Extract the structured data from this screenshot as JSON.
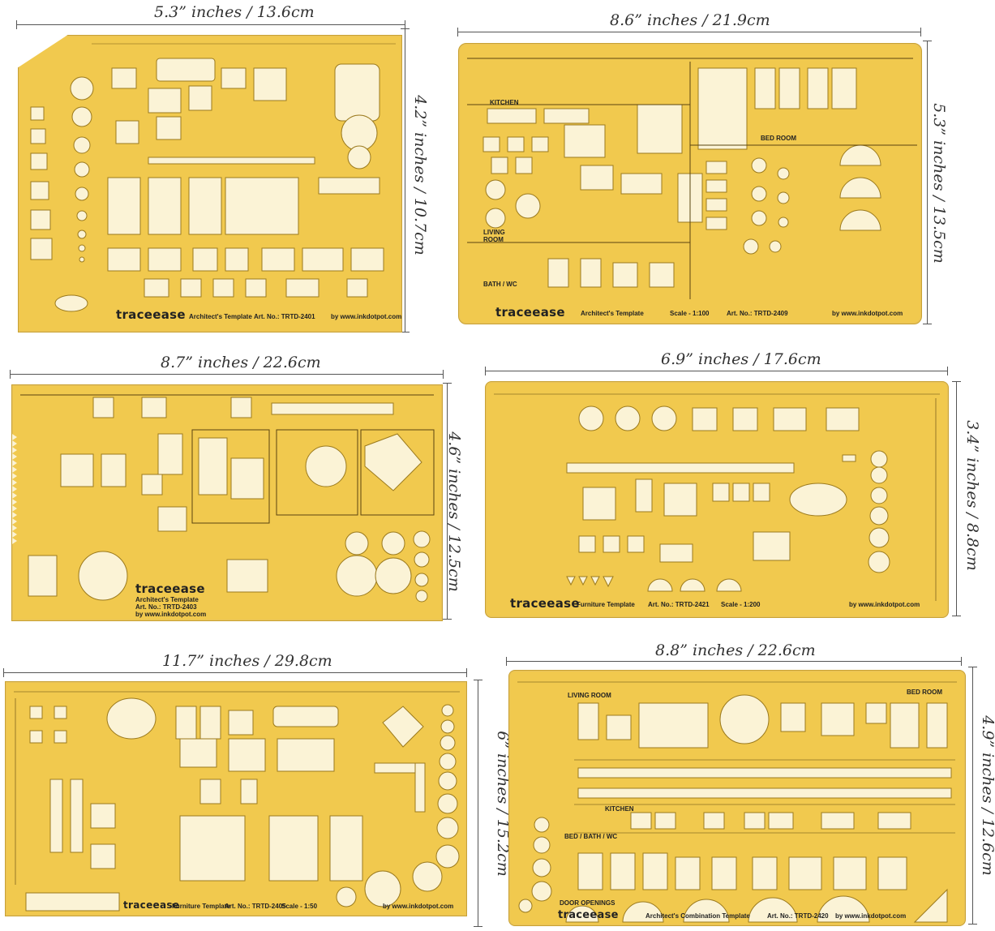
{
  "dimensions": {
    "t1_w": "5.3” inches / 13.6cm",
    "t1_h": "4.2” inches / 10.7cm",
    "t2_w": "8.6” inches / 21.9cm",
    "t2_h": "5.3” inches / 13.5cm",
    "t3_w": "8.7” inches / 22.6cm",
    "t3_h": "4.6” inches / 12.5cm",
    "t4_w": "6.9” inches / 17.6cm",
    "t4_h": "3.4” inches / 8.8cm",
    "t5_w": "11.7” inches / 29.8cm",
    "t5_h": "6” inches / 15.2cm",
    "t6_w": "8.8” inches / 22.6cm",
    "t6_h": "4.9” inches / 12.6cm"
  },
  "templates": {
    "t1": {
      "brand": "traceease",
      "name": "Architect's Template",
      "art": "Art. No.: TRTD-2401",
      "site": "by www.inkdotpot.com"
    },
    "t2": {
      "brand": "traceease",
      "name": "Architect's Template",
      "scale": "Scale - 1:100",
      "art": "Art. No.: TRTD-2409",
      "site": "by www.inkdotpot.com",
      "rooms": {
        "kitchen": "KITCHEN",
        "bedroom": "BED ROOM",
        "living": "LIVING ROOM",
        "bath": "BATH / WC"
      }
    },
    "t3": {
      "brand": "traceease",
      "name": "Architect's Template",
      "art": "Art. No.: TRTD-2403",
      "site": "by www.inkdotpot.com"
    },
    "t4": {
      "brand": "traceease",
      "name": "Furniture Template",
      "art": "Art. No.: TRTD-2421",
      "scale": "Scale - 1:200",
      "site": "by www.inkdotpot.com"
    },
    "t5": {
      "brand": "traceease",
      "name": "Furniture Template",
      "art": "Art. No.: TRTD-2405",
      "scale": "Scale - 1:50",
      "site": "by www.inkdotpot.com"
    },
    "t6": {
      "brand": "traceease",
      "name": "Architect's Combination Template",
      "art": "Art. No.: TRTD-2420",
      "site": "by www.inkdotpot.com",
      "rooms": {
        "living": "LIVING ROOM",
        "bedroom": "BED ROOM",
        "kitchen": "KITCHEN",
        "bath": "BED / BATH / WC",
        "doors": "DOOR OPENINGS"
      }
    }
  },
  "colors": {
    "template_fill": "#f1c94e",
    "cutout": "#fbf3d6",
    "ink": "#222222"
  }
}
